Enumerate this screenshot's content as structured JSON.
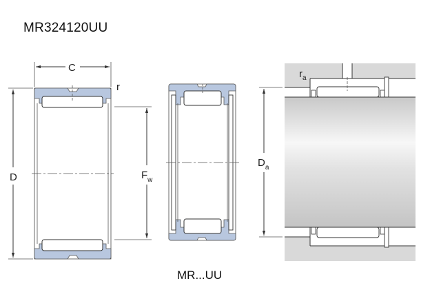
{
  "title": "MR324120UU",
  "caption": "MR...UU",
  "labels": {
    "C": "C",
    "r": "r",
    "D": "D",
    "Fw_main": "F",
    "Fw_sub": "w",
    "Da_main": "D",
    "Da_sub": "a",
    "ra_main": "r",
    "ra_sub": "a"
  },
  "colors": {
    "ring": "#b8c7df",
    "housing": "#d9d9d9"
  }
}
